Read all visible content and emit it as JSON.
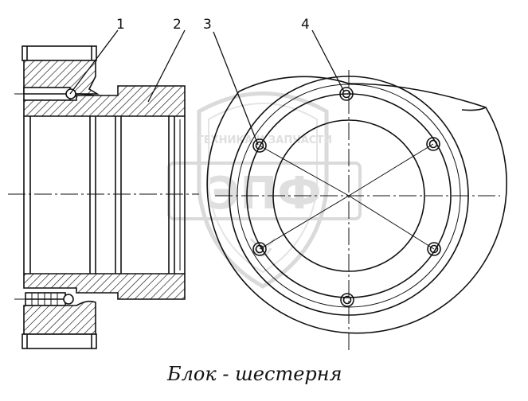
{
  "callouts": {
    "c1": "1",
    "c2": "2",
    "c3": "3",
    "c4": "4"
  },
  "caption": "Блок  - шестерня",
  "watermark": {
    "top": "ТЕХНИКА И ЗАПЧАСТИ",
    "main": "ЭПФ"
  },
  "colors": {
    "line": "#111111",
    "watermark": "#dcdcdc"
  }
}
